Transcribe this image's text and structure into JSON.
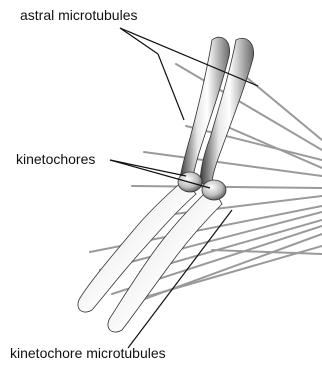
{
  "labels": {
    "astral": "astral microtubules",
    "kinetochores": "kinetochores",
    "kinetochore_mt": "kinetochore microtubules"
  }
}
